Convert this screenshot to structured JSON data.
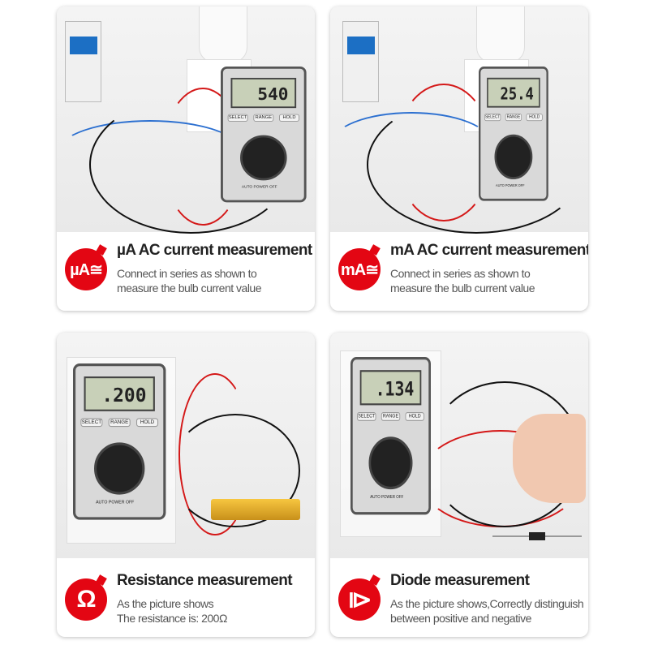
{
  "panels": [
    {
      "badge": "µA≅",
      "title": "µA AC current measurement",
      "desc_line1": "Connect in series as shown to",
      "desc_line2": "measure the bulb current value",
      "display": "540"
    },
    {
      "badge": "mA≅",
      "title": "mA AC current measurement",
      "desc_line1": "Connect in series as shown to",
      "desc_line2": "measure the bulb current value",
      "display": "25.4"
    },
    {
      "badge": "Ω",
      "title": "Resistance measurement",
      "desc_line1": "As the picture shows",
      "desc_line2": "The resistance is: 200Ω",
      "display": ".200"
    },
    {
      "badge": "⧐",
      "title": "Diode measurement",
      "desc_line1": "As the picture shows,Correctly distinguish",
      "desc_line2": "between positive and negative",
      "display": ".134"
    }
  ],
  "meter": {
    "select": "SELECT",
    "range": "RANGE",
    "hold": "HOLD",
    "auto_power_off": "AUTO POWER OFF"
  },
  "colors": {
    "accent": "#e30613"
  }
}
